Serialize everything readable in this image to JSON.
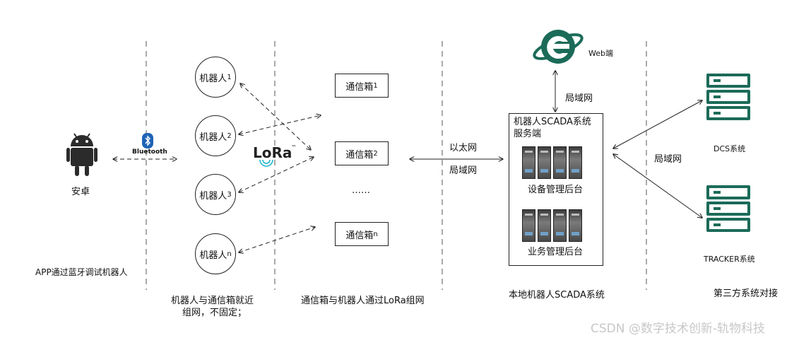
{
  "android": {
    "label": "安卓"
  },
  "bluetooth": {
    "label": "Bluetooth"
  },
  "robots": [
    {
      "prefix": "机器人",
      "sub": "1"
    },
    {
      "prefix": "机器人",
      "sub": "2"
    },
    {
      "prefix": "机器人",
      "sub": "3"
    },
    {
      "prefix": "机器人",
      "sub": "n"
    }
  ],
  "lora": {
    "label": "LoRa",
    "tm": "™"
  },
  "boxes": [
    {
      "prefix": "通信箱",
      "sub": "1"
    },
    {
      "prefix": "通信箱",
      "sub": "2"
    },
    {
      "prefix": "通信箱",
      "sub": "n"
    }
  ],
  "ellipsis": "……",
  "links": {
    "ethernet": "以太网",
    "lan1": "局域网",
    "lan2": "局域网",
    "lan3": "局域网"
  },
  "web": {
    "label": "Web端"
  },
  "scada": {
    "title_line1": "机器人SCADA系统",
    "title_line2": "服务端",
    "device_backend": "设备管理后台",
    "business_backend": "业务管理后台"
  },
  "third_party": {
    "dcs": "DCS系统",
    "tracker": "TRACKER系统"
  },
  "captions": {
    "app": "APP通过蓝牙调试机器人",
    "robot_box_line1": "机器人与通信箱就近",
    "robot_box_line2": "组网，不固定；",
    "box_robot_lora": "通信箱与机器人通过LoRa组网",
    "local_scada": "本地机器人SCADA系统",
    "third_party": "第三方系统对接"
  },
  "watermark": "CSDN @数字技术创新-轨物科技",
  "colors": {
    "accent_green": "#1b6b58",
    "lora_cyan": "#22b8cf",
    "line": "#222222"
  }
}
